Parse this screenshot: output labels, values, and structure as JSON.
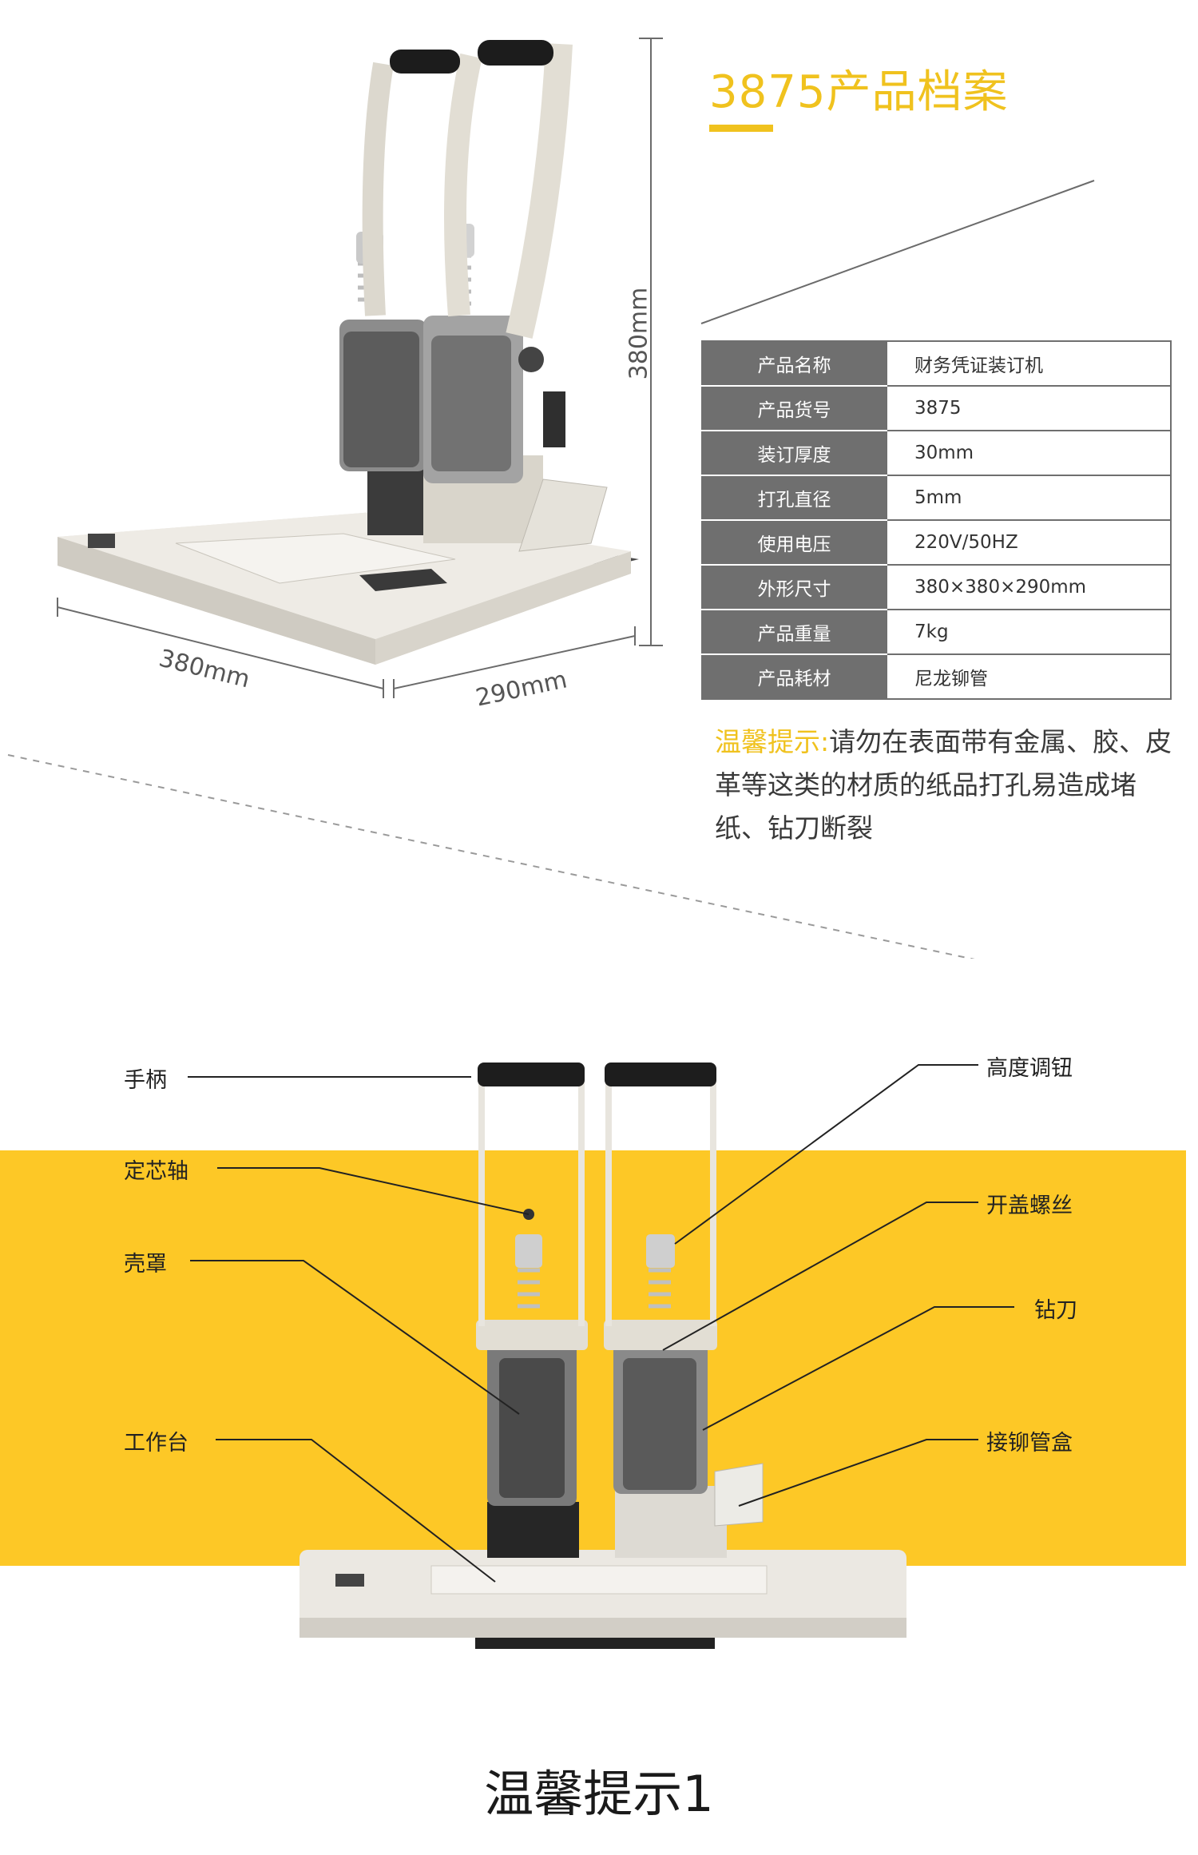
{
  "header": {
    "title": "3875产品档案"
  },
  "dimensions": {
    "height": "380mm",
    "width": "380mm",
    "depth": "290mm"
  },
  "specs": [
    {
      "label": "产品名称",
      "value": "财务凭证装订机"
    },
    {
      "label": "产品货号",
      "value": "3875"
    },
    {
      "label": "装订厚度",
      "value": "30mm"
    },
    {
      "label": "打孔直径",
      "value": "5mm"
    },
    {
      "label": "使用电压",
      "value": "220V/50HZ"
    },
    {
      "label": "外形尺寸",
      "value": "380×380×290mm"
    },
    {
      "label": "产品重量",
      "value": "7kg"
    },
    {
      "label": "产品耗材",
      "value": "尼龙铆管"
    }
  ],
  "tip": {
    "label": "温馨提示:",
    "text": "请勿在表面带有金属、胶、皮革等这类的材质的纸品打孔易造成堵纸、钻刀断裂"
  },
  "parts": {
    "handle": "手柄",
    "center_shaft": "定芯轴",
    "housing": "壳罩",
    "workbench": "工作台",
    "height_knob": "高度调钮",
    "cover_screw": "开盖螺丝",
    "drill": "钻刀",
    "rivet_box": "接铆管盒"
  },
  "footer": {
    "title": "温馨提示1"
  },
  "colors": {
    "accent": "#f0c21e",
    "table_header": "#6f6f6f",
    "machine_body": "#e4e0d6"
  }
}
